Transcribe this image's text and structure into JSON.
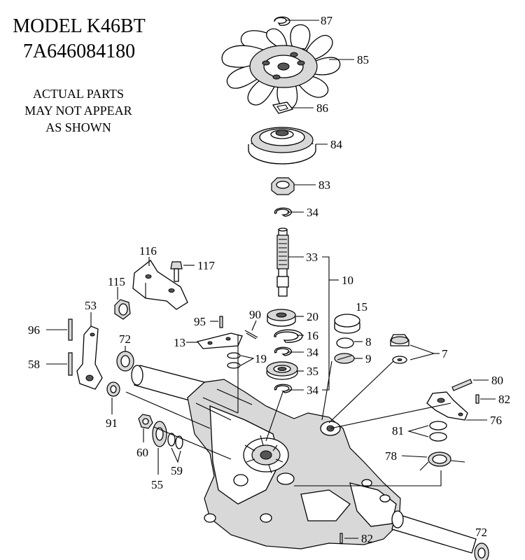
{
  "header": {
    "model": "MODEL K46BT",
    "part_number": "7A646084180",
    "note_line1": "ACTUAL PARTS",
    "note_line2": "MAY NOT APPEAR",
    "note_line3": "AS SHOWN"
  },
  "callouts": {
    "c87": "87",
    "c85": "85",
    "c86": "86",
    "c84": "84",
    "c83": "83",
    "c34a": "34",
    "c33": "33",
    "c10": "10",
    "c116": "116",
    "c117": "117",
    "c115": "115",
    "c53": "53",
    "c96": "96",
    "c58": "58",
    "c72a": "72",
    "c95": "95",
    "c90": "90",
    "c13": "13",
    "c20": "20",
    "c16": "16",
    "c15": "15",
    "c8": "8",
    "c34b": "34",
    "c9": "9",
    "c7": "7",
    "c19": "19",
    "c35": "35",
    "c34c": "34",
    "c80": "80",
    "c82a": "82",
    "c76": "76",
    "c81": "81",
    "c78": "78",
    "c91": "91",
    "c60": "60",
    "c59": "59",
    "c55": "55",
    "c82b": "82",
    "c72b": "72"
  }
}
